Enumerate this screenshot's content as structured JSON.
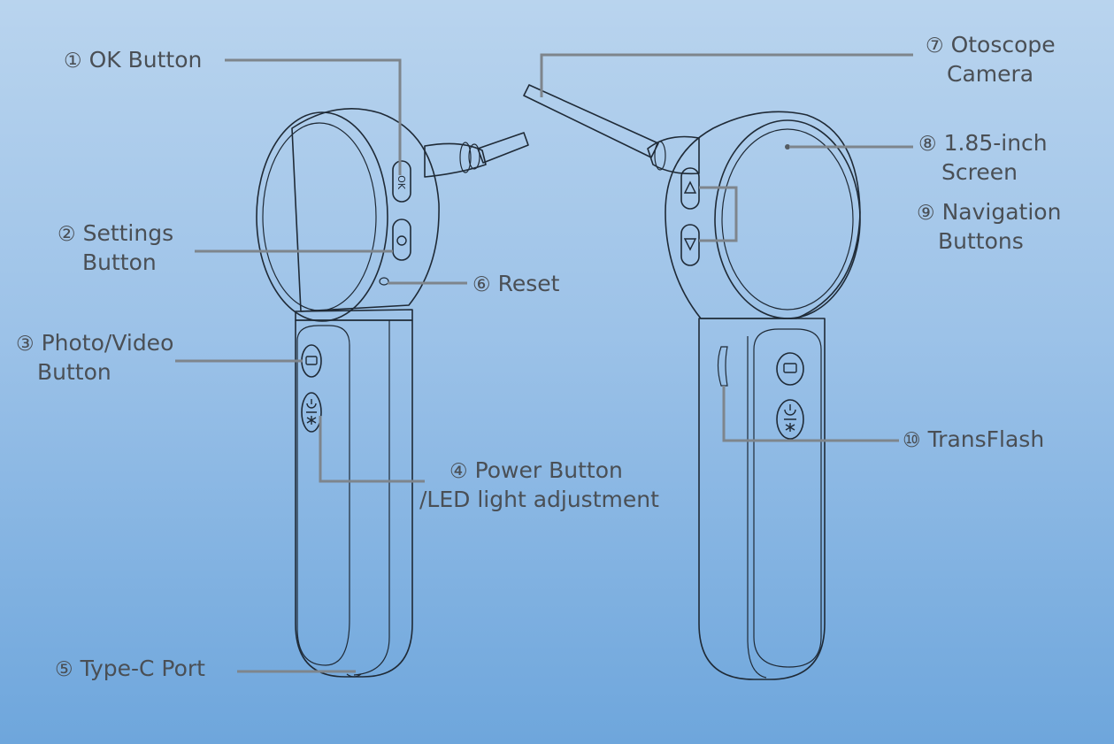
{
  "callouts": [
    {
      "id": "ok-button",
      "number": "①",
      "lines": [
        "OK Button"
      ]
    },
    {
      "id": "settings-button",
      "number": "②",
      "lines": [
        "Settings",
        "Button"
      ]
    },
    {
      "id": "photo-video-button",
      "number": "③",
      "lines": [
        "Photo/Video",
        "Button"
      ]
    },
    {
      "id": "power-button",
      "number": "④",
      "lines": [
        "Power Button",
        "/LED light adjustment"
      ]
    },
    {
      "id": "type-c-port",
      "number": "⑤",
      "lines": [
        "Type-C Port"
      ]
    },
    {
      "id": "reset",
      "number": "⑥",
      "lines": [
        "Reset"
      ]
    },
    {
      "id": "otoscope-camera",
      "number": "⑦",
      "lines": [
        "Otoscope",
        "Camera"
      ]
    },
    {
      "id": "screen",
      "number": "⑧",
      "lines": [
        "1.85-inch",
        "Screen"
      ]
    },
    {
      "id": "navigation-buttons",
      "number": "⑨",
      "lines": [
        "Navigation",
        "Buttons"
      ]
    },
    {
      "id": "transflash",
      "number": "⑩",
      "lines": [
        "TransFlash"
      ]
    }
  ],
  "device": {
    "ok_glyph": "OK",
    "colors": {
      "outline": "#1f2a36",
      "leader": "#7e858c",
      "label": "#4a4f55",
      "bg_top": "#b9d4ee",
      "bg_bottom": "#6ea6dc"
    }
  }
}
